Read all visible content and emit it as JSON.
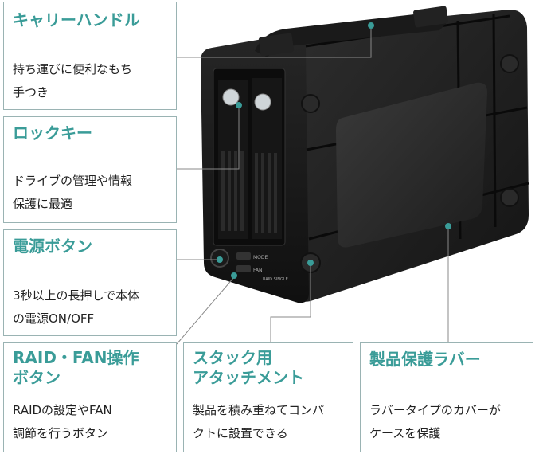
{
  "callouts": {
    "handle": {
      "title": "キャリーハンドル",
      "desc": "持ち運びに便利なもち\n手つき"
    },
    "lock": {
      "title": "ロックキー",
      "desc": "ドライブの管理や情報\n保護に最適"
    },
    "power": {
      "title": "電源ボタン",
      "desc": "3秒以上の長押しで本体\nの電源ON/OFF"
    },
    "raid": {
      "title": "RAID・FAN操作\nボタン",
      "desc": "RAIDの設定やFAN\n調節を行うボタン"
    },
    "stack": {
      "title": "スタック用\nアタッチメント",
      "desc": "製品を積み重ねてコンパ\nクトに設置できる"
    },
    "protection": {
      "title": "製品保護ラバー",
      "desc": "ラバータイプのカバーが\nケースを保護"
    }
  },
  "device": {
    "panel_labels": [
      "MODE",
      "FAN",
      "RAID SINGLE"
    ],
    "color_accent": "#3a9c98",
    "color_body": "#1c1c1c"
  }
}
